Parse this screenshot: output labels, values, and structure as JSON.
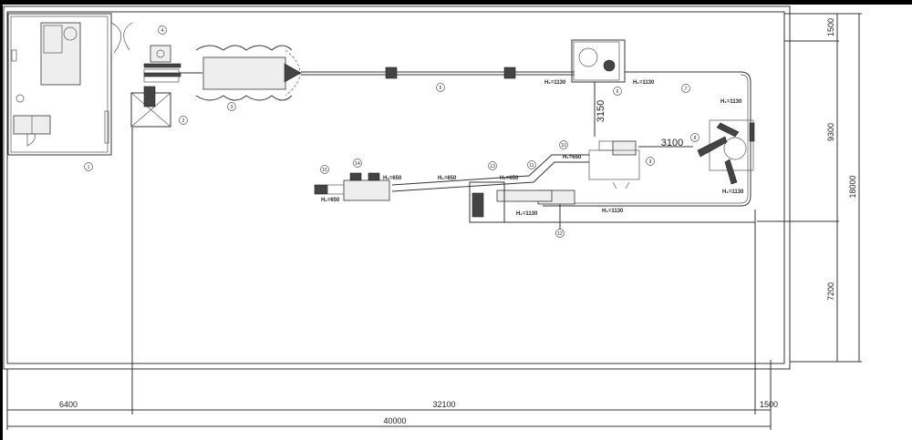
{
  "drawing": {
    "dimensions": {
      "width_left": "6400",
      "width_middle": "32100",
      "width_right": "1500",
      "width_total": "40000",
      "height_top": "1500",
      "height_middle": "9300",
      "height_bottom": "7200",
      "height_total": "18000",
      "vertical_gap": "3150",
      "horizontal_gap": "3100"
    },
    "height_labels": [
      "H₁=1130",
      "H₁=1130",
      "H₁=1130",
      "H₁=1130",
      "H₁=1130",
      "H₁=1130",
      "H₁=650",
      "H₁=650",
      "H₁=650",
      "H₁=650",
      "H₁=650"
    ],
    "item_numbers": [
      "1",
      "2",
      "3",
      "4",
      "5",
      "6",
      "7",
      "8",
      "9",
      "10",
      "11",
      "12",
      "13",
      "14",
      "15"
    ]
  }
}
